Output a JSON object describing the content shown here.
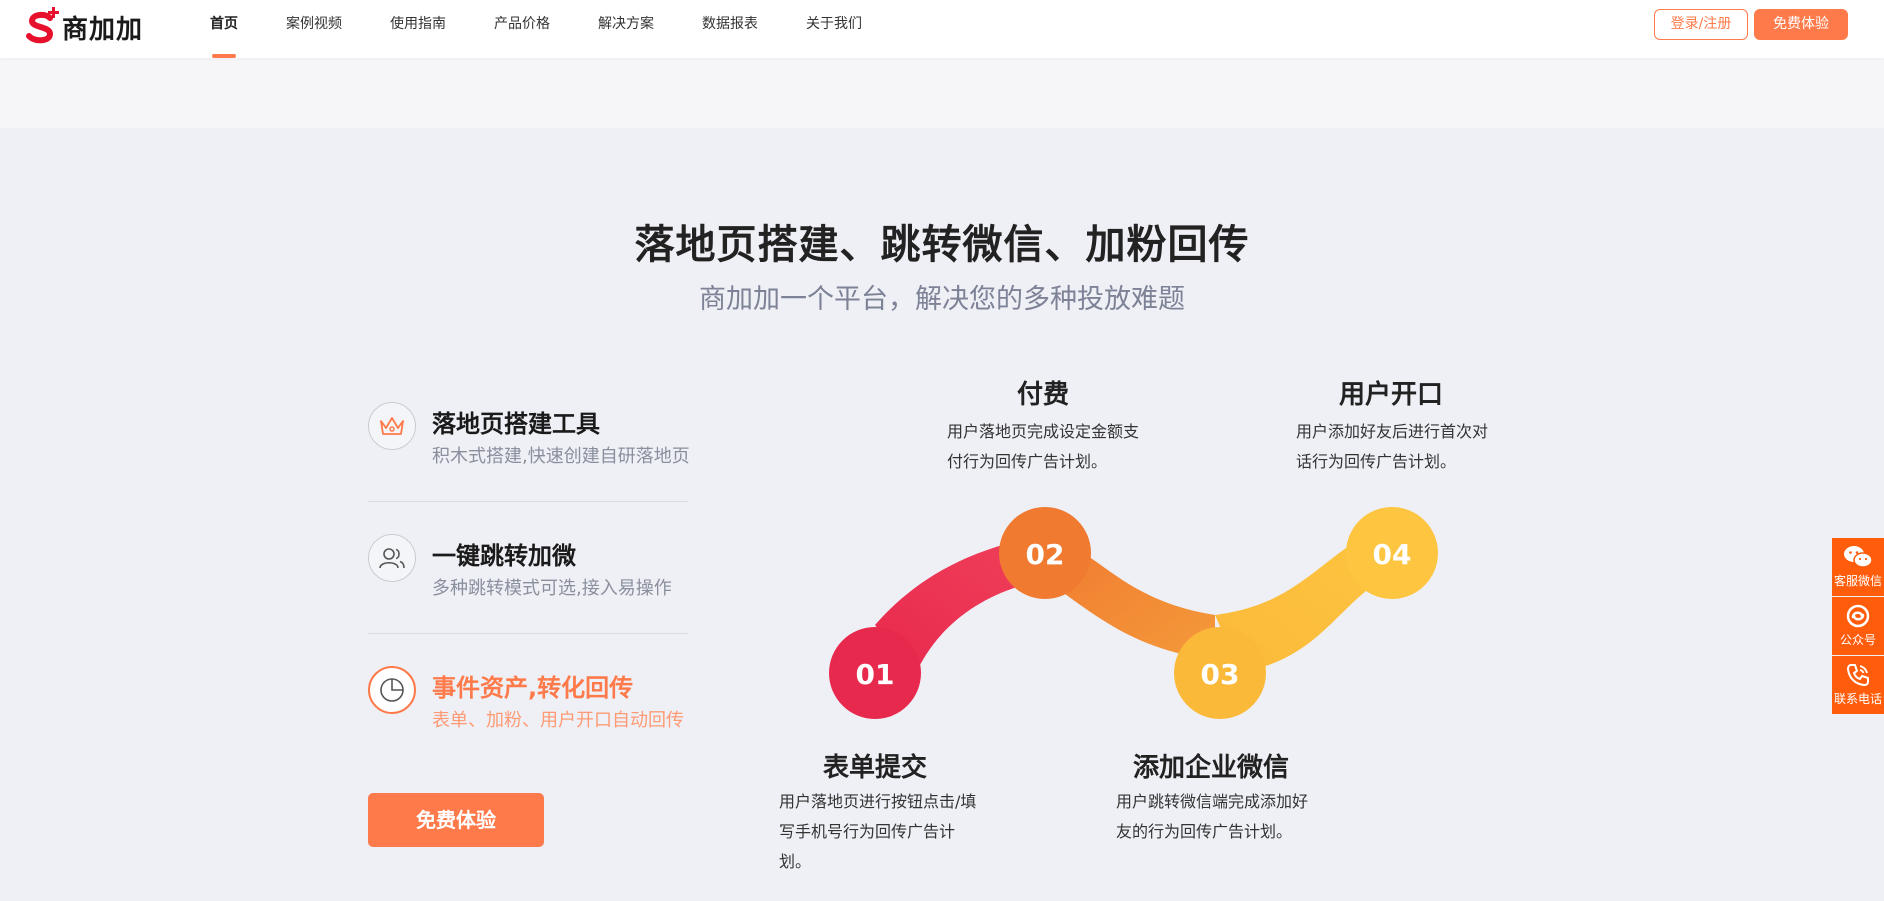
{
  "header": {
    "logo_text": "商加加",
    "nav": [
      "首页",
      "案例视频",
      "使用指南",
      "产品价格",
      "解决方案",
      "数据报表",
      "关于我们"
    ],
    "login_label": "登录/注册",
    "try_label": "免费体验"
  },
  "main": {
    "title": "落地页搭建、跳转微信、加粉回传",
    "subtitle": "商加加一个平台，解决您的多种投放难题",
    "features": [
      {
        "title": "落地页搭建工具",
        "desc": "积木式搭建,快速创建自研落地页",
        "icon": "crown-icon"
      },
      {
        "title": "一键跳转加微",
        "desc": "多种跳转模式可选,接入易操作",
        "icon": "users-icon"
      },
      {
        "title": "事件资产,转化回传",
        "desc": "表单、加粉、用户开口自动回传",
        "icon": "pie-chart-icon"
      }
    ],
    "try_label": "免费体验",
    "steps": [
      {
        "num": "01",
        "title": "表单提交",
        "desc": "用户落地页进行按钮点击/填写手机号行为回传广告计划。"
      },
      {
        "num": "02",
        "title": "付费",
        "desc": "用户落地页完成设定金额支付行为回传广告计划。"
      },
      {
        "num": "03",
        "title": "添加企业微信",
        "desc": "用户跳转微信端完成添加好友的行为回传广告计划。"
      },
      {
        "num": "04",
        "title": "用户开口",
        "desc": "用户添加好友后进行首次对话行为回传广告计划。"
      }
    ],
    "colors": {
      "accent": "#fe7a4a",
      "step1": "#e8294e",
      "step2": "#f07a30",
      "step3": "#fbb93a",
      "step4": "#fdc540"
    }
  },
  "side": {
    "items": [
      {
        "label": "客服微信",
        "icon": "wechat-icon"
      },
      {
        "label": "公众号",
        "icon": "official-account-icon"
      },
      {
        "label": "联系电话",
        "icon": "phone-icon"
      }
    ]
  }
}
